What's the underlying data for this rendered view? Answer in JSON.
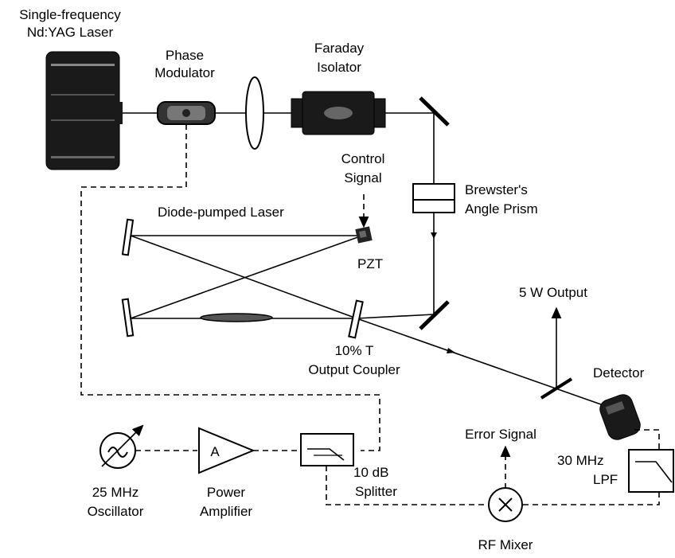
{
  "labels": {
    "source_laser_line1": "Single-frequency",
    "source_laser_line2": "Nd:YAG Laser",
    "phase_modulator_line1": "Phase",
    "phase_modulator_line2": "Modulator",
    "faraday_line1": "Faraday",
    "faraday_line2": "Isolator",
    "control_line1": "Control",
    "control_line2": "Signal",
    "brewster_line1": "Brewster's",
    "brewster_line2": "Angle Prism",
    "diode_pumped_laser": "Diode-pumped Laser",
    "pzt": "PZT",
    "output_5w": "5 W Output",
    "output_coupler_line1": "10% T",
    "output_coupler_line2": "Output Coupler",
    "detector": "Detector",
    "error_signal": "Error Signal",
    "lpf_line1": "30 MHz",
    "lpf_line2": "LPF",
    "oscillator_line1": "25 MHz",
    "oscillator_line2": "Oscillator",
    "amplifier_symbol": "A",
    "amplifier_line1": "Power",
    "amplifier_line2": "Amplifier",
    "splitter_line1": "10 dB",
    "splitter_line2": "Splitter",
    "rf_mixer": "RF Mixer"
  }
}
